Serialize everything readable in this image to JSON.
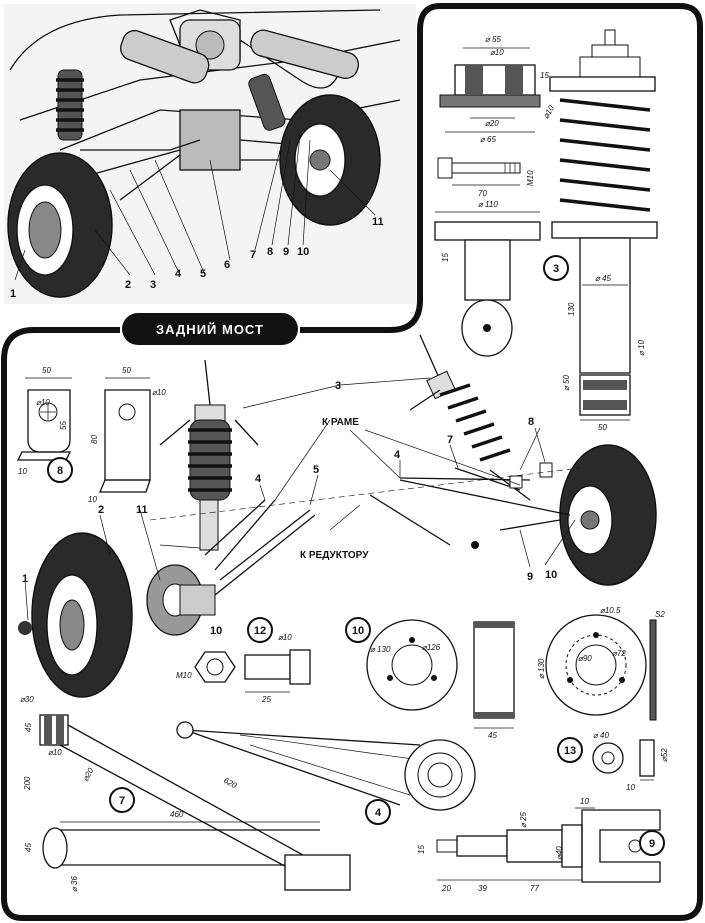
{
  "title": "ЗАДНИЙ МОСТ",
  "top_callouts": [
    "1",
    "2",
    "3",
    "4",
    "5",
    "6",
    "7",
    "8",
    "9",
    "10",
    "11"
  ],
  "main_callouts": [
    "1",
    "2",
    "3",
    "4",
    "5",
    "7",
    "8",
    "9",
    "10",
    "11"
  ],
  "main_labels": {
    "k_rame": "К РАМЕ",
    "k_reduktoru": "К РЕДУКТОРУ"
  },
  "detail_numbers": {
    "d3": "3",
    "d7": "7",
    "d4": "4",
    "d8": "8",
    "d9": "9",
    "d10": "10",
    "d12": "12",
    "d13": "13"
  },
  "dims_part3": {
    "d55": "⌀ 55",
    "d10a": "⌀10",
    "d15a": "15",
    "d20": "⌀20",
    "d65": "⌀ 65",
    "d10b": "⌀10",
    "d70": "70",
    "m10": "M10",
    "d110": "⌀ 110",
    "d15b": "15",
    "d45": "⌀ 45",
    "d130": "130",
    "d50": "⌀ 50",
    "d10c": "⌀ 10",
    "d50b": "50"
  },
  "dims_part8": {
    "w50a": "50",
    "d10": "⌀10",
    "h55": "55",
    "t10a": "10",
    "w50b": "50",
    "d10b": "⌀10",
    "h80": "80",
    "t10b": "10"
  },
  "dims_part12": {
    "d10": "⌀10",
    "m10": "M10",
    "l25": "25"
  },
  "dims_part10": {
    "d130": "⌀ 130",
    "d126": "⌀126",
    "w45": "45",
    "d130b": "⌀ 130",
    "d105": "⌀10.5",
    "d90": "⌀90",
    "d72": "⌀72",
    "s2": "S2"
  },
  "dims_part13": {
    "d40": "⌀ 40",
    "d52": "⌀52",
    "t10": "10"
  },
  "dims_part7": {
    "d30": "⌀30",
    "h45": "45",
    "d10": "⌀10",
    "d20": "⌀20",
    "h200": "200",
    "l620": "620",
    "l460": "460",
    "h45b": "45",
    "d36": "⌀ 36"
  },
  "dims_part9": {
    "t10": "10",
    "d25": "⌀ 25",
    "h15": "15",
    "d40": "⌀40",
    "l20": "20",
    "l39": "39",
    "l77": "77"
  }
}
